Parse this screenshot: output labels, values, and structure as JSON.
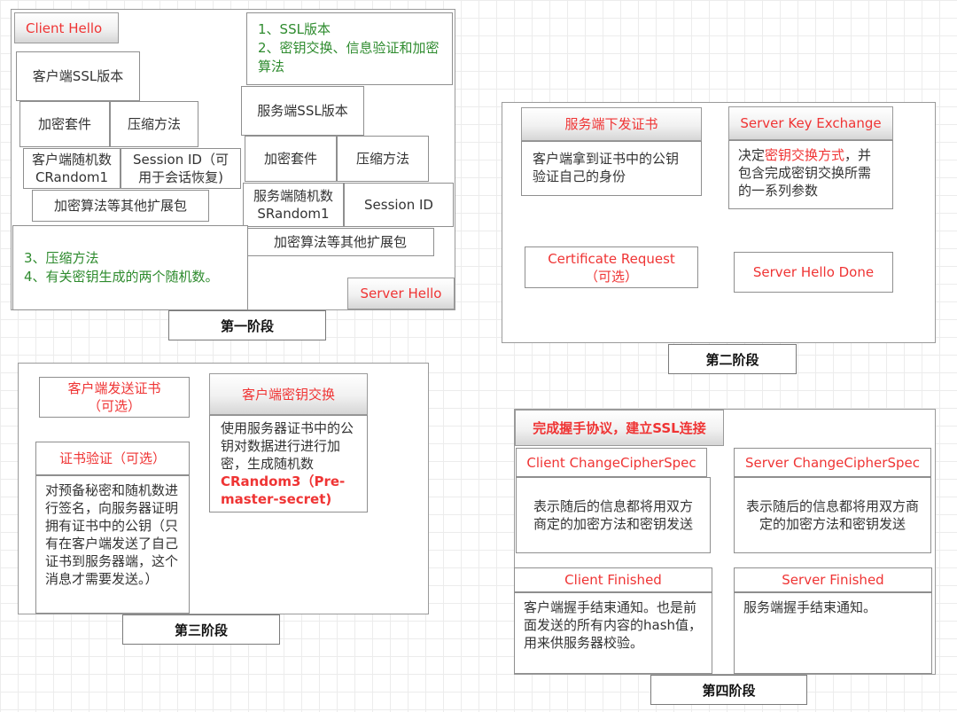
{
  "stage1": {
    "client_hello": "Client Hello",
    "note_top": [
      "1、SSL版本",
      "2、密钥交换、信息验证和加密算法"
    ],
    "client_ssl_version": "客户端SSL版本",
    "client_cipher": "加密套件",
    "client_compress": "压缩方法",
    "client_random": "客户端随机数 CRandom1",
    "client_session": "Session ID（可用于会话恢复)",
    "client_ext": "加密算法等其他扩展包",
    "server_ssl_version": "服务端SSL版本",
    "server_cipher": "加密套件",
    "server_compress": "压缩方法",
    "server_random": "服务端随机数 SRandom1",
    "server_session": "Session ID",
    "server_ext": "加密算法等其他扩展包",
    "note_bottom": [
      "3、压缩方法",
      "4、有关密钥生成的两个随机数。"
    ],
    "server_hello": "Server Hello",
    "label": "第一阶段"
  },
  "stage2": {
    "cert_header": "服务端下发证书",
    "cert_body": "客户端拿到证书中的公钥验证自己的身份",
    "ske_header": "Server Key Exchange",
    "ske_body_pre": "决定",
    "ske_body_red": "密钥交换方式",
    "ske_body_post": "，并包含完成密钥交换所需的一系列参数",
    "cert_request": "Certificate Request",
    "cert_request_opt": "（可选）",
    "hello_done": "Server Hello Done",
    "label": "第二阶段"
  },
  "stage3": {
    "client_cert": "客户端发送证书",
    "client_cert_opt": "（可选）",
    "verify_header": "证书验证（可选）",
    "verify_body": "对预备秘密和随机数进行签名，向服务器证明拥有证书中的公钥（只有在客户端发送了自己证书到服务器端，这个消息才需要发送。）",
    "kx_header": "客户端密钥交换",
    "kx_body": "使用服务器证书中的公钥对数据进行进行加密，生成随机数",
    "kx_body_red": "CRandom3（Pre-master-secret)",
    "label": "第三阶段"
  },
  "stage4": {
    "header": "完成握手协议，建立SSL连接",
    "client_ccs": "Client ChangeCipherSpec",
    "client_ccs_body": "表示随后的信息都将用双方商定的加密方法和密钥发送",
    "server_ccs": "Server ChangeCipherSpec",
    "server_ccs_body": "表示随后的信息都将用双方商定的加密方法和密钥发送",
    "client_fin": "Client Finished",
    "client_fin_body": "客户端握手结束通知。也是前面发送的所有内容的hash值，用来供服务器校验。",
    "server_fin": "Server Finished",
    "server_fin_body": "服务端握手结束通知。",
    "label": "第四阶段"
  },
  "colors": {
    "accent_red": "#ef3434",
    "note_green": "#2e8b2e",
    "border": "#8f8f8f"
  }
}
